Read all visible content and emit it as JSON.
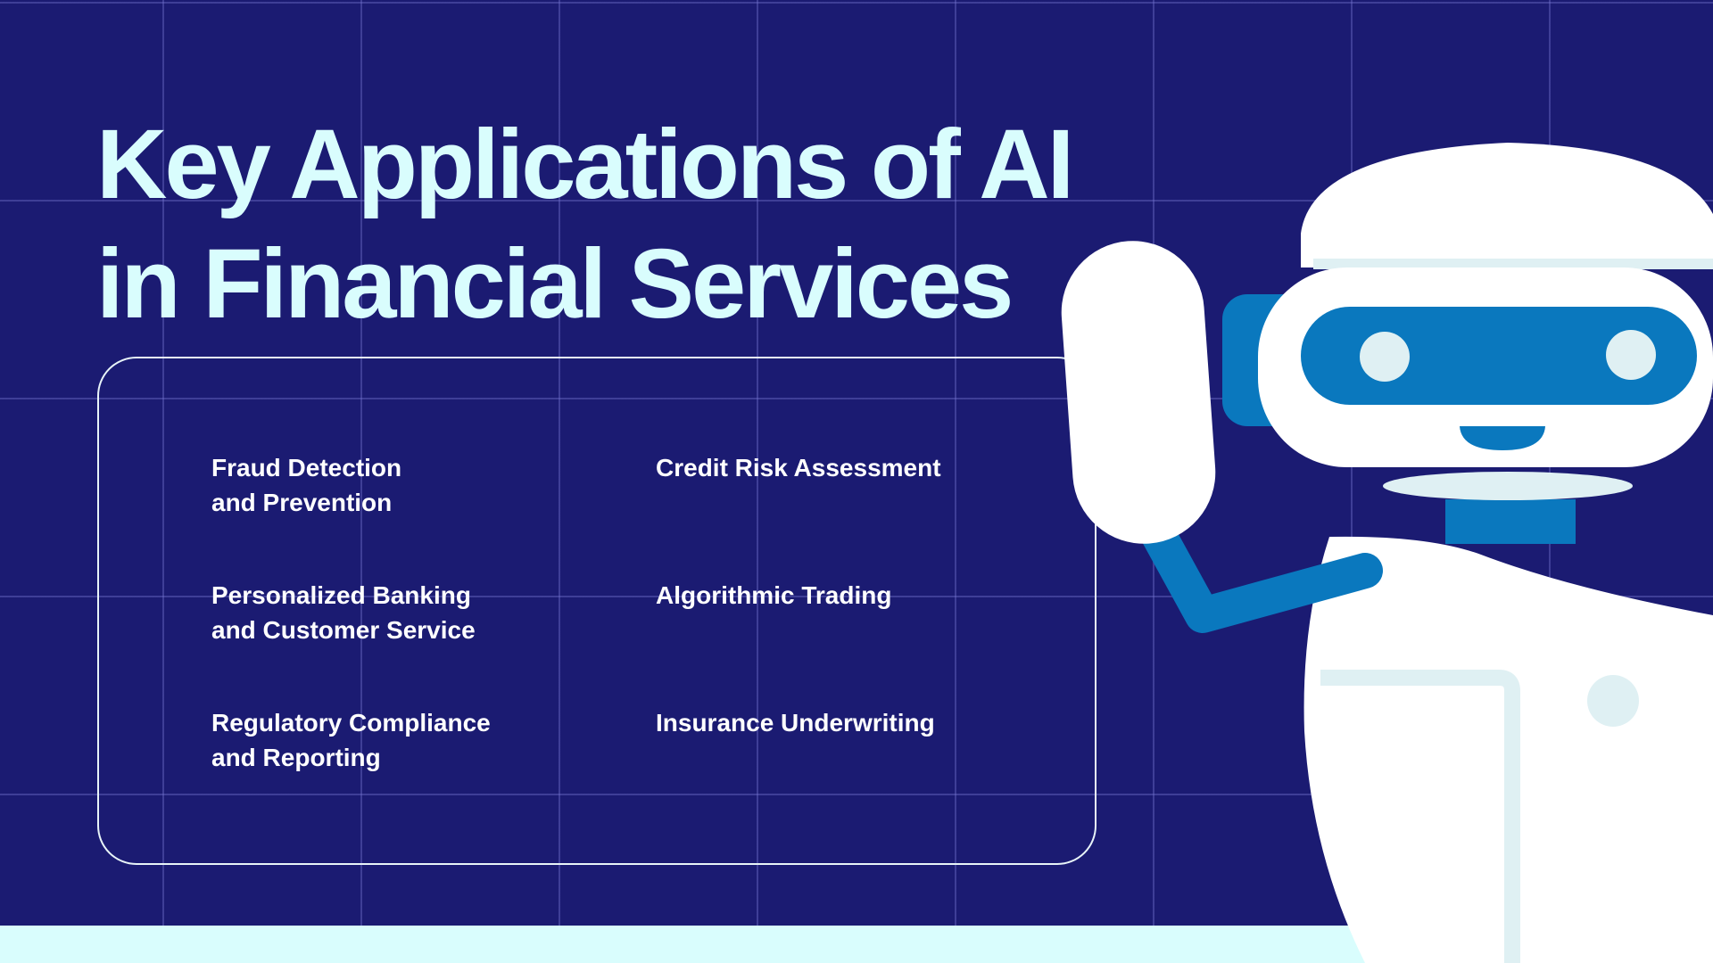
{
  "slide": {
    "title_line1": "Key Applications of AI",
    "title_line2": "in Financial Services"
  },
  "applications": [
    {
      "line1": "Fraud Detection",
      "line2": "and Prevention"
    },
    {
      "line1": "Credit Risk Assessment",
      "line2": ""
    },
    {
      "line1": "Personalized Banking",
      "line2": "and Customer Service"
    },
    {
      "line1": "Algorithmic Trading",
      "line2": ""
    },
    {
      "line1": "Regulatory Compliance",
      "line2": "and Reporting"
    },
    {
      "line1": "Insurance Underwriting",
      "line2": ""
    }
  ],
  "colors": {
    "background": "#1b1b72",
    "title": "#d9fdfd",
    "text": "#ffffff",
    "robot_body": "#ffffff",
    "robot_accent": "#0a78be",
    "robot_light": "#dff0f3"
  },
  "illustration": "robot-waving"
}
